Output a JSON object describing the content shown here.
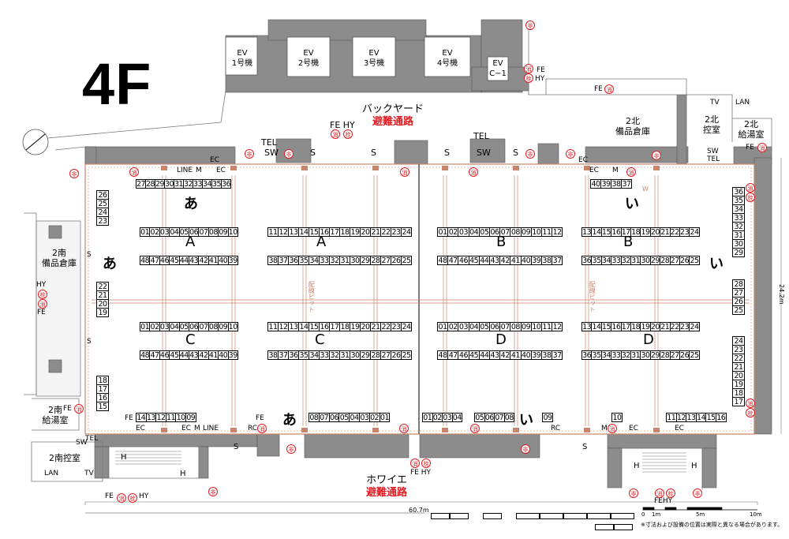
{
  "floor": "4F",
  "backyard": {
    "title": "バックヤード",
    "route": "避難通路"
  },
  "foyer": {
    "title": "ホワイエ",
    "route": "避難通路"
  },
  "elevators": [
    {
      "name": "EV",
      "sub": "1号機"
    },
    {
      "name": "EV",
      "sub": "2号機"
    },
    {
      "name": "EV",
      "sub": "3号機"
    },
    {
      "name": "EV",
      "sub": "4号機"
    },
    {
      "name": "EV",
      "sub": "C−1"
    }
  ],
  "rooms": {
    "north_storage": "2北\n備品倉庫",
    "north_waiting": "2北\n控室",
    "north_kitchen": "2北\n給湯室",
    "south_storage": "2南\n備品倉庫",
    "south_kitchen": "2南\n給湯室",
    "south_waiting": "2南控室"
  },
  "labels": {
    "tel": "TEL",
    "sw": "SW",
    "s": "S",
    "h": "H",
    "fe": "FE",
    "hy": "HY",
    "ec": "EC",
    "m": "M",
    "rc": "RC",
    "line": "LINE",
    "tv": "TV",
    "lan": "LAN",
    "w": "W",
    "pit": "配線ピット",
    "fe_hy": "FE HY",
    "fehy": "FEHY",
    "fe_hy_bottom": "FE HY",
    "sym_fire": "消",
    "sym_hydrant": "栓",
    "sym_exit": "非"
  },
  "areas": {
    "a": "あ",
    "i": "い"
  },
  "blocks": {
    "A": "A",
    "B": "B",
    "C": "C",
    "D": "D"
  },
  "booths": {
    "top_left": [
      "27",
      "28",
      "29",
      "30",
      "31",
      "32",
      "33",
      "34",
      "35",
      "36"
    ],
    "top_right": [
      "40",
      "39",
      "38",
      "37"
    ],
    "A1": [
      "01",
      "02",
      "03",
      "04",
      "05",
      "06",
      "07",
      "08",
      "09",
      "10"
    ],
    "A2": [
      "48",
      "47",
      "46",
      "45",
      "44",
      "43",
      "42",
      "41",
      "40",
      "39"
    ],
    "A3": [
      "11",
      "12",
      "13",
      "14",
      "15",
      "16",
      "17",
      "18",
      "19",
      "20",
      "21",
      "22",
      "23",
      "24"
    ],
    "A4": [
      "38",
      "37",
      "36",
      "35",
      "34",
      "33",
      "32",
      "31",
      "30",
      "29",
      "28",
      "27",
      "26",
      "25"
    ],
    "C1": [
      "01",
      "02",
      "03",
      "04",
      "05",
      "06",
      "07",
      "08",
      "09",
      "10"
    ],
    "C2": [
      "48",
      "47",
      "46",
      "45",
      "44",
      "43",
      "42",
      "41",
      "40",
      "39"
    ],
    "C3": [
      "11",
      "12",
      "13",
      "14",
      "15",
      "16",
      "17",
      "18",
      "19",
      "20",
      "21",
      "22",
      "23",
      "24"
    ],
    "C4": [
      "38",
      "37",
      "36",
      "35",
      "34",
      "33",
      "32",
      "31",
      "30",
      "29",
      "28",
      "27",
      "26",
      "25"
    ],
    "B1": [
      "01",
      "02",
      "03",
      "04",
      "05",
      "06",
      "07",
      "08",
      "09",
      "10",
      "11",
      "12"
    ],
    "B2": [
      "48",
      "47",
      "46",
      "45",
      "44",
      "43",
      "42",
      "41",
      "40",
      "39",
      "38",
      "37"
    ],
    "B3": [
      "13",
      "14",
      "15",
      "16",
      "17",
      "18",
      "19",
      "20",
      "21",
      "22",
      "23",
      "24"
    ],
    "B4": [
      "36",
      "35",
      "34",
      "33",
      "32",
      "31",
      "30",
      "29",
      "28",
      "27",
      "26",
      "25"
    ],
    "D1": [
      "01",
      "02",
      "03",
      "04",
      "05",
      "06",
      "07",
      "08",
      "09",
      "10",
      "11",
      "12"
    ],
    "D2": [
      "48",
      "47",
      "46",
      "45",
      "44",
      "43",
      "42",
      "41",
      "40",
      "39",
      "38",
      "37"
    ],
    "D3": [
      "13",
      "14",
      "15",
      "16",
      "17",
      "18",
      "19",
      "20",
      "21",
      "22",
      "23",
      "24"
    ],
    "D4": [
      "36",
      "35",
      "34",
      "33",
      "32",
      "31",
      "30",
      "29",
      "28",
      "27",
      "26",
      "25"
    ],
    "left_col1": [
      "26",
      "25",
      "24",
      "23"
    ],
    "left_col2": [
      "22",
      "21",
      "20",
      "19"
    ],
    "left_col3": [
      "18",
      "17",
      "16",
      "15"
    ],
    "bottom_a_left": [
      "14",
      "13",
      "12",
      "11",
      "10",
      "09"
    ],
    "bottom_a_mid": [
      "08",
      "07",
      "06",
      "05",
      "04",
      "03",
      "02",
      "01"
    ],
    "bottom_i_left": [
      "01",
      "02",
      "03",
      "04"
    ],
    "bottom_i_mid": [
      "05",
      "06",
      "07",
      "08"
    ],
    "bottom_09": "09",
    "bottom_10": "10",
    "bottom_right": [
      "11",
      "12",
      "13",
      "14",
      "15",
      "16"
    ],
    "right_col1": [
      "36",
      "35",
      "34",
      "33",
      "32",
      "31",
      "30",
      "29"
    ],
    "right_col2": [
      "28",
      "27",
      "26",
      "25"
    ],
    "right_col3": [
      "24",
      "23",
      "22",
      "21",
      "20",
      "19",
      "18",
      "17"
    ]
  },
  "dimensions": {
    "width": "60.7m",
    "height": "24.2m"
  },
  "scale": {
    "zero": "0",
    "one": "1m",
    "five": "5m",
    "ten": "10m"
  },
  "footnote": "※寸法および設備の位置は実際と異なる場合があります。",
  "colors": {
    "wall": "#8c8c8c",
    "wall_dark": "#6f6f6f",
    "fire": "#e11b22",
    "pit": "#c9856b"
  }
}
